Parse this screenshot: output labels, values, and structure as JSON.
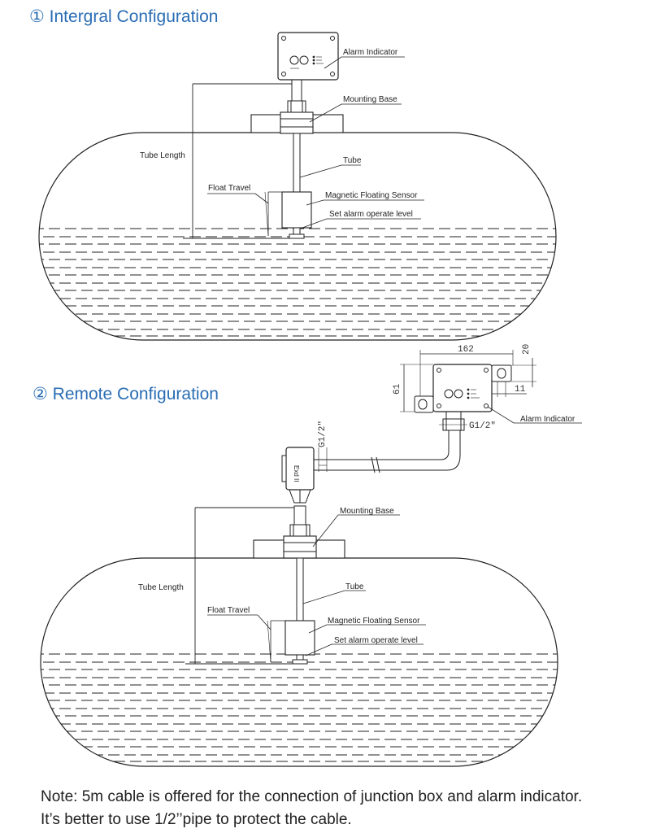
{
  "section1": {
    "title": "① Intergral  Configuration",
    "labels": {
      "alarm_indicator": "Alarm  Indicator",
      "mounting_base": "Mounting Base",
      "tube": "Tube",
      "tube_length": "Tube Length",
      "float_travel": "Float Travel",
      "magnetic_floating_sensor": "Magnetic Floating Sensor",
      "set_alarm_operate_level": "Set alarm operate level"
    }
  },
  "section2": {
    "title": "② Remote Configuration",
    "labels": {
      "alarm_indicator": "Alarm  Indicator",
      "mounting_base": "Mounting Base",
      "tube": "Tube",
      "tube_length": "Tube Length",
      "float_travel": "Float Travel",
      "magnetic_floating_sensor": "Magnetic Floating Sensor",
      "set_alarm_operate_level": "Set alarm operate level"
    },
    "dimensions": {
      "width": "162",
      "height": "61",
      "bracket_offset": "20",
      "hole_spacing": "11",
      "thread_top": "G1/2\"",
      "thread_side": "G1/2\""
    }
  },
  "note": {
    "line1": "Note: 5m cable is offered for the connection of junction box and alarm indicator.",
    "line2": "It’s better to use 1/2’’pipe to protect the cable."
  }
}
